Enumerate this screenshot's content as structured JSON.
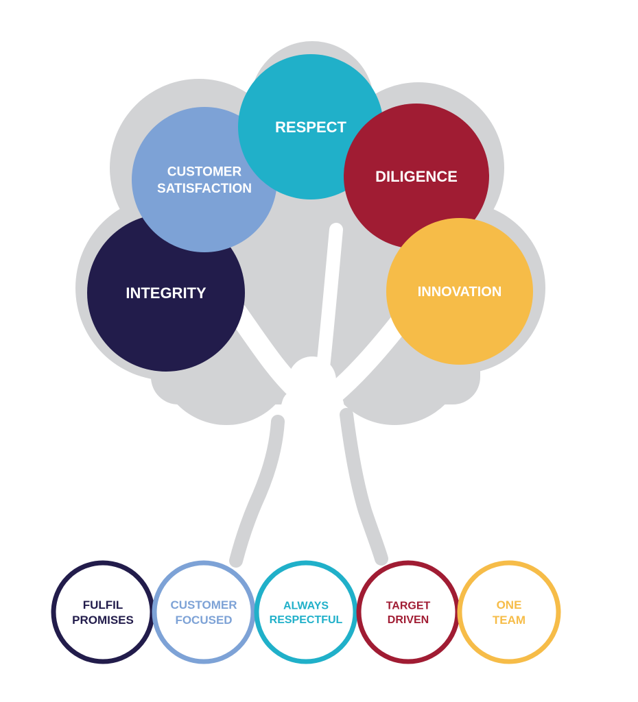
{
  "colors": {
    "canopy": "#d2d3d5",
    "trunk": "#ffffff",
    "navy": "#221c4b",
    "light_blue": "#7da2d6",
    "teal": "#20b0c9",
    "crimson": "#a01c33",
    "gold": "#f6bc48"
  },
  "values": [
    {
      "id": "integrity",
      "lines": [
        "INTEGRITY"
      ],
      "color": "#221c4b"
    },
    {
      "id": "customer-satisfaction",
      "lines": [
        "CUSTOMER",
        "SATISFACTION"
      ],
      "color": "#7da2d6"
    },
    {
      "id": "respect",
      "lines": [
        "RESPECT"
      ],
      "color": "#20b0c9"
    },
    {
      "id": "diligence",
      "lines": [
        "DILIGENCE"
      ],
      "color": "#a01c33"
    },
    {
      "id": "innovation",
      "lines": [
        "INNOVATION"
      ],
      "color": "#f6bc48"
    }
  ],
  "roots": [
    {
      "id": "fulfil-promises",
      "lines": [
        "FULFIL",
        "PROMISES"
      ],
      "color": "#221c4b"
    },
    {
      "id": "customer-focused",
      "lines": [
        "CUSTOMER",
        "FOCUSED"
      ],
      "color": "#7da2d6"
    },
    {
      "id": "always-respectful",
      "lines": [
        "ALWAYS",
        "RESPECTFUL"
      ],
      "color": "#20b0c9"
    },
    {
      "id": "target-driven",
      "lines": [
        "TARGET",
        "DRIVEN"
      ],
      "color": "#a01c33"
    },
    {
      "id": "one-team",
      "lines": [
        "ONE",
        "TEAM"
      ],
      "color": "#f6bc48"
    }
  ]
}
